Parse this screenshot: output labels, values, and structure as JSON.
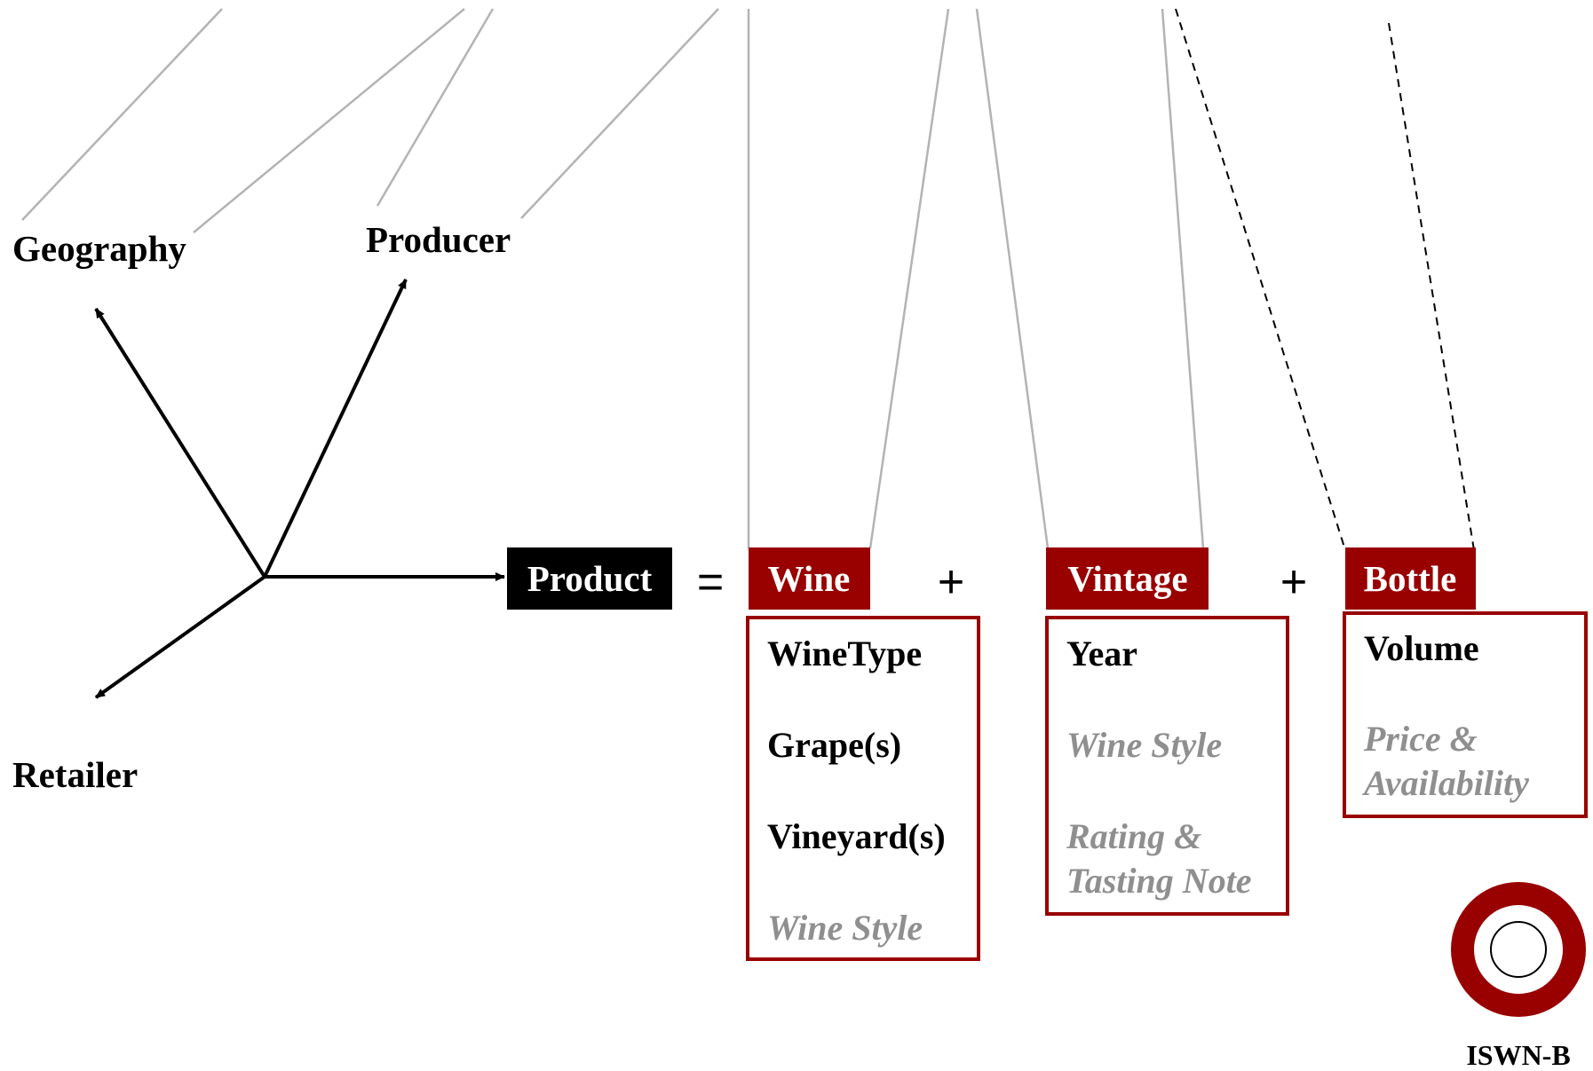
{
  "axes": {
    "geography": "Geography",
    "producer": "Producer",
    "retailer": "Retailer"
  },
  "product": "Product",
  "operators": {
    "equals": "=",
    "plus1": "+",
    "plus2": "+"
  },
  "wine": {
    "tag": "Wine",
    "attributes": [
      {
        "text": "WineType",
        "muted": false
      },
      {
        "text": "Grape(s)",
        "muted": false
      },
      {
        "text": "Vineyard(s)",
        "muted": false
      },
      {
        "text": "Wine Style",
        "muted": true
      }
    ]
  },
  "vintage": {
    "tag": "Vintage",
    "year": "Year",
    "style": "Wine Style",
    "rating_line1": "Rating &",
    "rating_line2": "Tasting Note"
  },
  "bottle": {
    "tag": "Bottle",
    "volume": "Volume",
    "price_line1": "Price &",
    "price_line2": "Availability"
  },
  "logo": {
    "label": "ISWN-B"
  },
  "colors": {
    "accent": "#990000",
    "product_bg": "#000000",
    "connector": "#b3b3b3",
    "muted_text": "#8f8f8f"
  }
}
